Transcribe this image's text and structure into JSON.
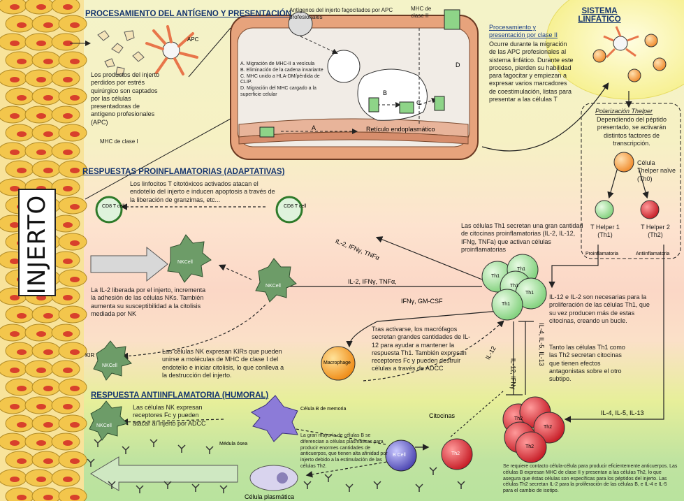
{
  "graft": {
    "label": "INJERTO"
  },
  "headers": {
    "antigen": "PROCESAMIENTO DEL ANTÍGENO Y PRESENTACIÓN",
    "proinflammatory": "RESPUESTAS PROINFLAMATORIAS (ADAPTATIVAS)",
    "antiinflammatory": "RESPUESTA ANTIINFLAMATORIA (HUMORAL)",
    "lymphatic": "SISTEMA LINFÁTICO"
  },
  "labels": {
    "apc": "APC",
    "mhc1": "MHC de clase I",
    "mhc2": "MHC de clase II",
    "phagocytosed": "Antígenos del injerto fagocitados por APC profesionales",
    "er": "Retículo endoplasmático",
    "letter_a": "A",
    "letter_b": "B",
    "letter_c": "C",
    "letter_d": "D",
    "cd8": "CD8 T cell",
    "nkcell": "NKCell",
    "kir": "KIR",
    "th1": "Th1",
    "th2": "Th2",
    "macrophage": "Macrophage",
    "bcell": "B Cell",
    "cytokines_label": "Citocinas",
    "memory_b": "Célula B de memoria",
    "bone_marrow": "Médula ósea",
    "plasma_cell": "Célula plasmática",
    "naive_cell": "Célula Thelper naïve (Th0)",
    "th1_cell": "T Helper 1 (Th1)",
    "th2_cell": "T Helper 2 (Th2)",
    "pro": "Proinflamatoria",
    "anti": "Antiinflamatoria",
    "polar_title": "Polarización Thelper"
  },
  "texts": {
    "apc_products": "Los productos del injerto perdidos por estrés quirúrgico son captados por las células presentadoras de antígeno profesionales (APC)",
    "steps": "A. Migración de MHC-II a vesícula\nB. Eliminación de la cadena invariante\nC. MHC unido a HLA-DM/pérdida de CLIP.\nD. Migración del MHC cargado a la superficie celular",
    "processing_title": "Procesamiento y presentación por clase II",
    "processing_body": "Ocurre durante la migración de las APC profesionales al sistema linfático. Durante este proceso, pierden su habilidad para fagocitar y empiezan a expresar varios marcadores de coestimulación, listas para presentar a las células T",
    "polar_body": "Dependiendo del péptido presentado, se activarán distintos factores de transcripción.",
    "ctl": "Los linfocitos T citotóxicos activados atacan el endotelio del injerto e inducen apoptosis a través de la liberación de granzimas, etc...",
    "th1_secrete": "Las células Th1 secretan una gran cantidad de citocinas proinflamatorias (IL-2, IL-12, IFNg, TNFa) que activan células proinflamatorias",
    "il2": "La IL-2 liberada por el injerto, incrementa la adhesión de las células NKs. También aumenta su susceptibilidad a la citolisis mediada por NK",
    "il12": "IL-12 e IL-2 son necesarias para la proliferación de las células Th1, que su vez producen más de estas citocinas, creando un bucle.",
    "macro": "Tras activarse, los macrófagos secretan grandes cantidades de IL-12 para ayudar a mantener la respuesta Th1. También expresan receptores Fc y pueden destruir células a través de ADCC",
    "antagonist": "Tanto las células Th1 como las Th2 secretan citocinas que tienen efectos antagonistas sobre el otro subtipo.",
    "nk_kir": "Las células NK expresan KIRs que pueden unirse a moléculas de MHC de clase I del endotelio e iniciar citolisis, lo que conlleva a la destrucción del injerto.",
    "nk_fc": "Las células NK expresan receptores Fc y pueden atacar al injerto por ADCC",
    "bcell_text": "La gran mayoría de células B se diferencian a células plasmáticas para producir enormes cantidades de anticuerpos, que tienen alta afinidad por injerto debido a la estimulación de las células Th2.",
    "contact": "Se requiere contacto célula-célula para producir eficientemente anticuerpos. Las células B expresan MHC de clase II y presentan a las células Th2, lo que asegura que éstas células son específicas para los péptidos del injerto. Las células Th2 secretan IL-2 para la proliferación de las células B, e IL-4 e IL-5 para el cambio de isotipo."
  },
  "arrow_labels": {
    "il2_ifn_tnf_a": "IL-2, IFNγ, TNFα",
    "il2_ifn_tnf_b": "IL-2, IFNγ, TNFα,",
    "ifn_gmcsf": "IFNγ, GM-CSF",
    "il12": "IL-12",
    "il12_ifn": "IL-12, IFNγ",
    "il4_il5_il13_v": "IL-4, IL-5, IL-13",
    "il4_il5_il13_h": "IL-4, IL-5, IL-13"
  },
  "colors": {
    "graft_cell": "#f3c64c",
    "graft_nucleus": "#d8402c",
    "th1": "#a8e6a0",
    "th2": "#e8303a",
    "nk": "#5f8f5e",
    "header": "#14346e",
    "lymph": "#fbf6a2"
  }
}
